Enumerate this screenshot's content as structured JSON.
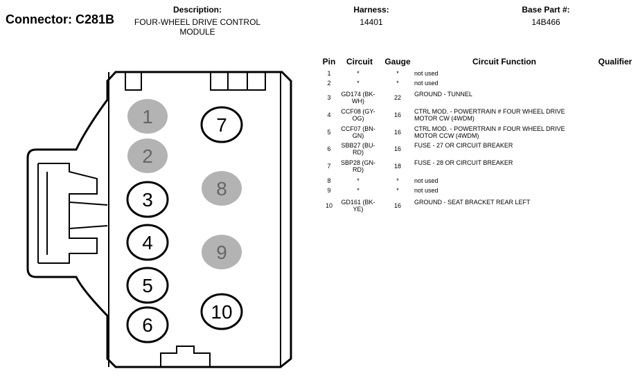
{
  "header": {
    "connector": "Connector: C281B",
    "description_label": "Description:",
    "description_value": "FOUR-WHEEL DRIVE CONTROL MODULE",
    "harness_label": "Harness:",
    "harness_value": "14401",
    "base_part_label": "Base Part #:",
    "base_part_value": "14B466"
  },
  "table": {
    "columns": [
      "Pin",
      "Circuit",
      "Gauge",
      "Circuit Function",
      "Qualifier"
    ],
    "rows": [
      {
        "pin": "1",
        "circuit": "*",
        "gauge": "*",
        "function": "not used"
      },
      {
        "pin": "2",
        "circuit": "*",
        "gauge": "*",
        "function": "not used"
      },
      {
        "pin": "3",
        "circuit": "GD174 (BK-WH)",
        "gauge": "22",
        "function": "GROUND - TUNNEL"
      },
      {
        "pin": "4",
        "circuit": "CCF08 (GY-OG)",
        "gauge": "16",
        "function": "CTRL MOD. - POWERTRAIN # FOUR WHEEL DRIVE MOTOR CW (4WDM)"
      },
      {
        "pin": "5",
        "circuit": "CCF07 (BN-GN)",
        "gauge": "16",
        "function": "CTRL MOD. - POWERTRAIN # FOUR WHEEL DRIVE MOTOR CCW (4WDM)"
      },
      {
        "pin": "6",
        "circuit": "SBB27 (BU-RD)",
        "gauge": "16",
        "function": "FUSE - 27 OR CIRCUIT BREAKER"
      },
      {
        "pin": "7",
        "circuit": "SBP28 (GN-RD)",
        "gauge": "18",
        "function": "FUSE - 28 OR CIRCUIT BREAKER"
      },
      {
        "pin": "8",
        "circuit": "*",
        "gauge": "*",
        "function": "not used"
      },
      {
        "pin": "9",
        "circuit": "*",
        "gauge": "*",
        "function": "not used"
      },
      {
        "pin": "10",
        "circuit": "GD161 (BK-YE)",
        "gauge": "16",
        "function": "GROUND - SEAT BRACKET REAR LEFT"
      }
    ]
  },
  "diagram": {
    "pins": [
      {
        "label": "1",
        "used": false
      },
      {
        "label": "2",
        "used": false
      },
      {
        "label": "3",
        "used": true
      },
      {
        "label": "4",
        "used": true
      },
      {
        "label": "5",
        "used": true
      },
      {
        "label": "6",
        "used": true
      },
      {
        "label": "7",
        "used": true
      },
      {
        "label": "8",
        "used": false
      },
      {
        "label": "9",
        "used": false
      },
      {
        "label": "10",
        "used": true
      }
    ],
    "colors": {
      "unused_fill": "#b3b3b3",
      "unused_text": "#666666",
      "used_fill": "#ffffff",
      "outline": "#000000"
    }
  }
}
